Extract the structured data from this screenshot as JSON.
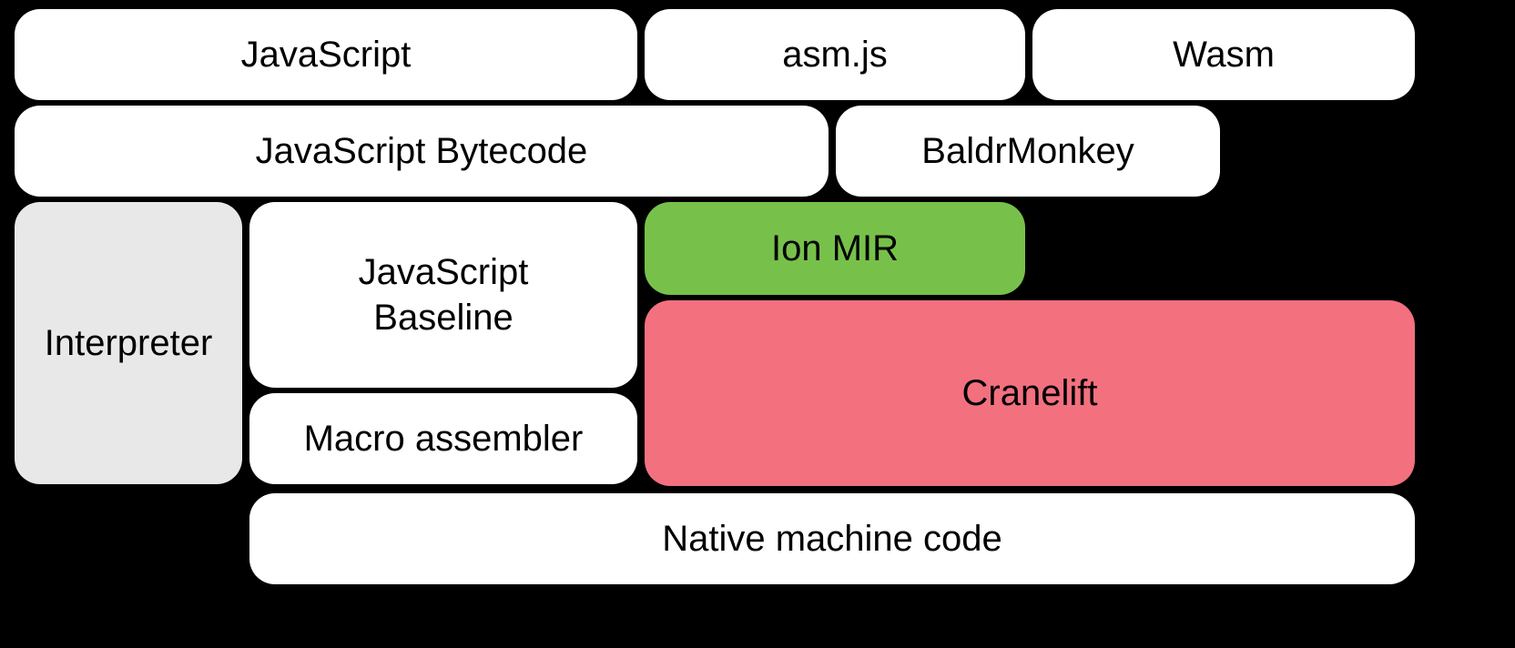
{
  "diagram": {
    "background": "#000000",
    "text_color": "#000000",
    "nodes": [
      {
        "id": "javascript",
        "label": "JavaScript",
        "fill": "#ffffff"
      },
      {
        "id": "asm-js",
        "label": "asm.js",
        "fill": "#ffffff"
      },
      {
        "id": "wasm",
        "label": "Wasm",
        "fill": "#ffffff"
      },
      {
        "id": "javascript-bytecode",
        "label": "JavaScript Bytecode",
        "fill": "#ffffff"
      },
      {
        "id": "baldrmonkey",
        "label": "BaldrMonkey",
        "fill": "#ffffff"
      },
      {
        "id": "interpreter",
        "label": "Interpreter",
        "fill": "#e8e8e8"
      },
      {
        "id": "javascript-baseline",
        "label": "JavaScript Baseline",
        "fill": "#ffffff"
      },
      {
        "id": "ion-mir",
        "label": "Ion MIR",
        "fill": "#77c14b"
      },
      {
        "id": "cranelift",
        "label": "Cranelift",
        "fill": "#f3707f"
      },
      {
        "id": "macro-assembler",
        "label": "Macro assembler",
        "fill": "#ffffff"
      },
      {
        "id": "native-machine-code",
        "label": "Native machine code",
        "fill": "#ffffff"
      }
    ]
  }
}
